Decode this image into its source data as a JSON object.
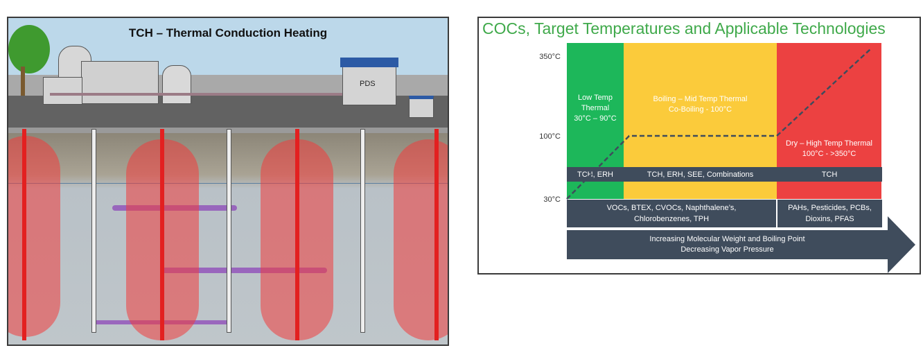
{
  "left_panel": {
    "title": "TCH – Thermal Conduction Heating",
    "building_label": "PDS"
  },
  "right_panel": {
    "title": "COCs, Target Temperatures and Applicable Technologies",
    "y_axis": [
      "350°C",
      "100°C",
      "30°C"
    ],
    "zones": [
      {
        "lines": [
          "Low Temp",
          "Thermal",
          "30°C – 90°C"
        ],
        "color": "#1db75a",
        "technologies": "TCH, ERH"
      },
      {
        "lines": [
          "Boiling – Mid Temp Thermal",
          "Co-Boiling -  100°C"
        ],
        "color": "#fbcb3b",
        "technologies": "TCH, ERH, SEE, Combinations"
      },
      {
        "lines": [
          "Dry – High Temp Thermal",
          "100°C - >350°C"
        ],
        "color": "#ec4141",
        "technologies": "TCH"
      }
    ],
    "contaminants": [
      {
        "lines": [
          "VOCs, BTEX, CVOCs, Naphthalene’s,",
          "Chlorobenzenes, TPH"
        ]
      },
      {
        "lines": [
          "PAHs, Pesticides, PCBs,",
          "Dioxins, PFAS"
        ]
      }
    ],
    "arrow": {
      "lines": [
        "Increasing Molecular Weight and Boiling Point",
        "Decreasing Vapor Pressure"
      ]
    }
  }
}
